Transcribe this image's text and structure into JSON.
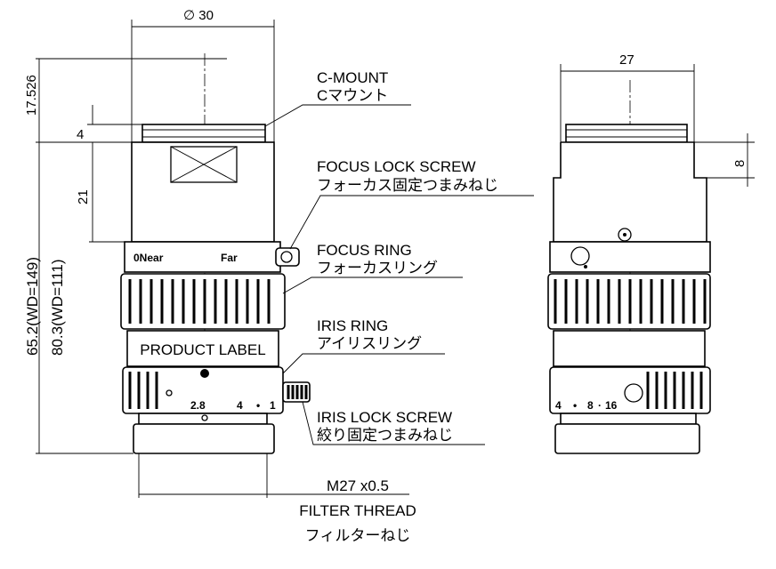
{
  "front_view": {
    "diameter_label": "∅ 30",
    "overall_dim_1": "17.526",
    "dim_4": "4",
    "dim_21": "21",
    "length_wd149": "65.2(WD=149)",
    "length_wd111": "80.3(WD=111)",
    "product_label": "PRODUCT LABEL",
    "focus_near": "0Near",
    "focus_far": "Far",
    "iris_scale": [
      "2.8",
      "4",
      "•",
      "1"
    ],
    "filter_thread_size": "M27 x0.5",
    "filter_thread_en": "FILTER THREAD",
    "filter_thread_jp": "フィルターねじ"
  },
  "callouts": {
    "cmount_en": "C-MOUNT",
    "cmount_jp": "Cマウント",
    "focus_lock_en": "FOCUS LOCK SCREW",
    "focus_lock_jp": "フォーカス固定つまみねじ",
    "focus_ring_en": "FOCUS RING",
    "focus_ring_jp": "フォーカスリング",
    "iris_ring_en": "IRIS RING",
    "iris_ring_jp": "アイリスリング",
    "iris_lock_en": "IRIS LOCK SCREW",
    "iris_lock_jp": "絞り固定つまみねじ"
  },
  "side_view": {
    "width_label": "27",
    "dim_8": "8",
    "iris_scale": [
      "4",
      "•",
      "8",
      "·",
      "16"
    ]
  }
}
